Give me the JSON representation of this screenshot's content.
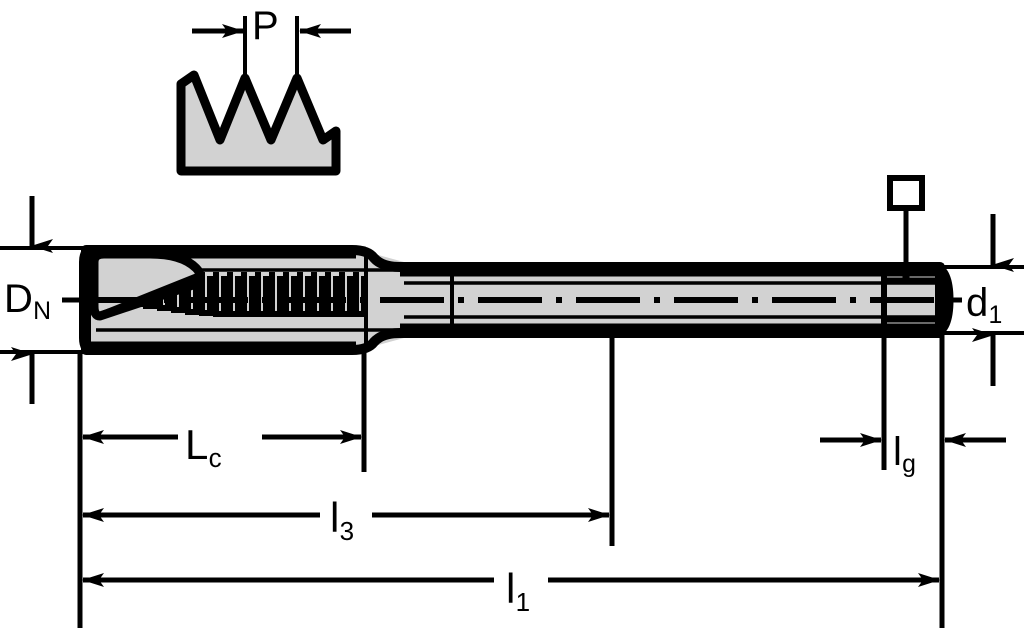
{
  "figure": {
    "type": "engineering-drawing",
    "subject": "machine-tap-tool-dimensioned-drawing",
    "background_color": "#ffffff",
    "line_color": "#000000",
    "fill_color": "#d2d2d2"
  },
  "detail_view": {
    "name": "thread-profile-detail",
    "dimension_label": "P",
    "teeth_count": 3
  },
  "dimensions": {
    "nominal_diameter": {
      "label_main": "D",
      "label_sub": "N",
      "name": "nominal-thread-diameter"
    },
    "shank_diameter": {
      "label_main": "d",
      "label_sub": "1",
      "name": "shank-diameter"
    },
    "chamfer_length": {
      "label_main": "L",
      "label_sub": "c",
      "name": "chamfer-lead-length"
    },
    "thread_length": {
      "label_main": "l",
      "label_sub": "3",
      "name": "thread-length"
    },
    "square_length": {
      "label_main": "l",
      "label_sub": "g",
      "name": "square-drive-length"
    },
    "overall_length": {
      "label_main": "l",
      "label_sub": "1",
      "name": "overall-length"
    },
    "pitch": {
      "label_main": "P",
      "label_sub": "",
      "name": "thread-pitch"
    }
  },
  "chart_data": {
    "type": "diagram",
    "title": "",
    "annotations": [
      "P",
      "DN",
      "d1",
      "Lc",
      "l3",
      "lg",
      "l1"
    ]
  }
}
